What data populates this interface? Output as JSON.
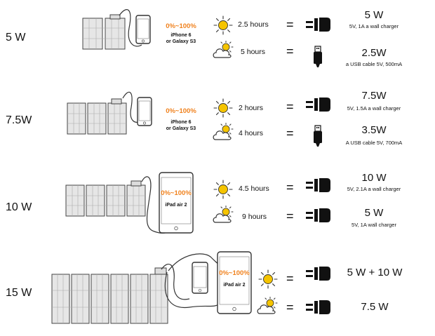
{
  "rows": [
    {
      "watt": "5 W",
      "percent": "0%~100%",
      "device": "iPhone 6\nor Galaxy S3",
      "sun_hours": "2.5 hours",
      "cloud_hours": "5 hours",
      "equals": "=",
      "out1_watt": "5 W",
      "out1_desc": "5V, 1A a wall charger",
      "out2_watt": "2.5W",
      "out2_desc": "a USB cable 5V, 500mA"
    },
    {
      "watt": "7.5W",
      "percent": "0%~100%",
      "device": "iPhone 6\nor Galaxy S3",
      "sun_hours": "2 hours",
      "cloud_hours": "4 hours",
      "equals": "=",
      "out1_watt": "7.5W",
      "out1_desc": "5V, 1.5A a wall charger",
      "out2_watt": "3.5W",
      "out2_desc": "A USB cable 5V, 700mA"
    },
    {
      "watt": "10 W",
      "percent": "0%~100%",
      "device": "iPad air 2",
      "sun_hours": "4.5 hours",
      "cloud_hours": "9 hours",
      "equals": "=",
      "out1_watt": "10 W",
      "out1_desc": "5V, 2.1A a wall charger",
      "out2_watt": "5 W",
      "out2_desc": "5V, 1A  wall charger"
    },
    {
      "watt": "15 W",
      "percent": "0%~100%",
      "device": "iPad air 2",
      "equals": "=",
      "out1_watt": "5 W + 10 W",
      "out2_watt": "7.5 W"
    }
  ],
  "icons": {
    "sun": "sun-icon",
    "cloud": "cloud-sun-icon",
    "wall": "wall-charger-icon",
    "usb": "usb-plug-icon",
    "panel": "solar-panel-icon",
    "phone": "phone-icon",
    "tablet": "tablet-icon"
  },
  "colors": {
    "accent": "#f0821e",
    "sun": "#f5c400",
    "text": "#111111"
  }
}
